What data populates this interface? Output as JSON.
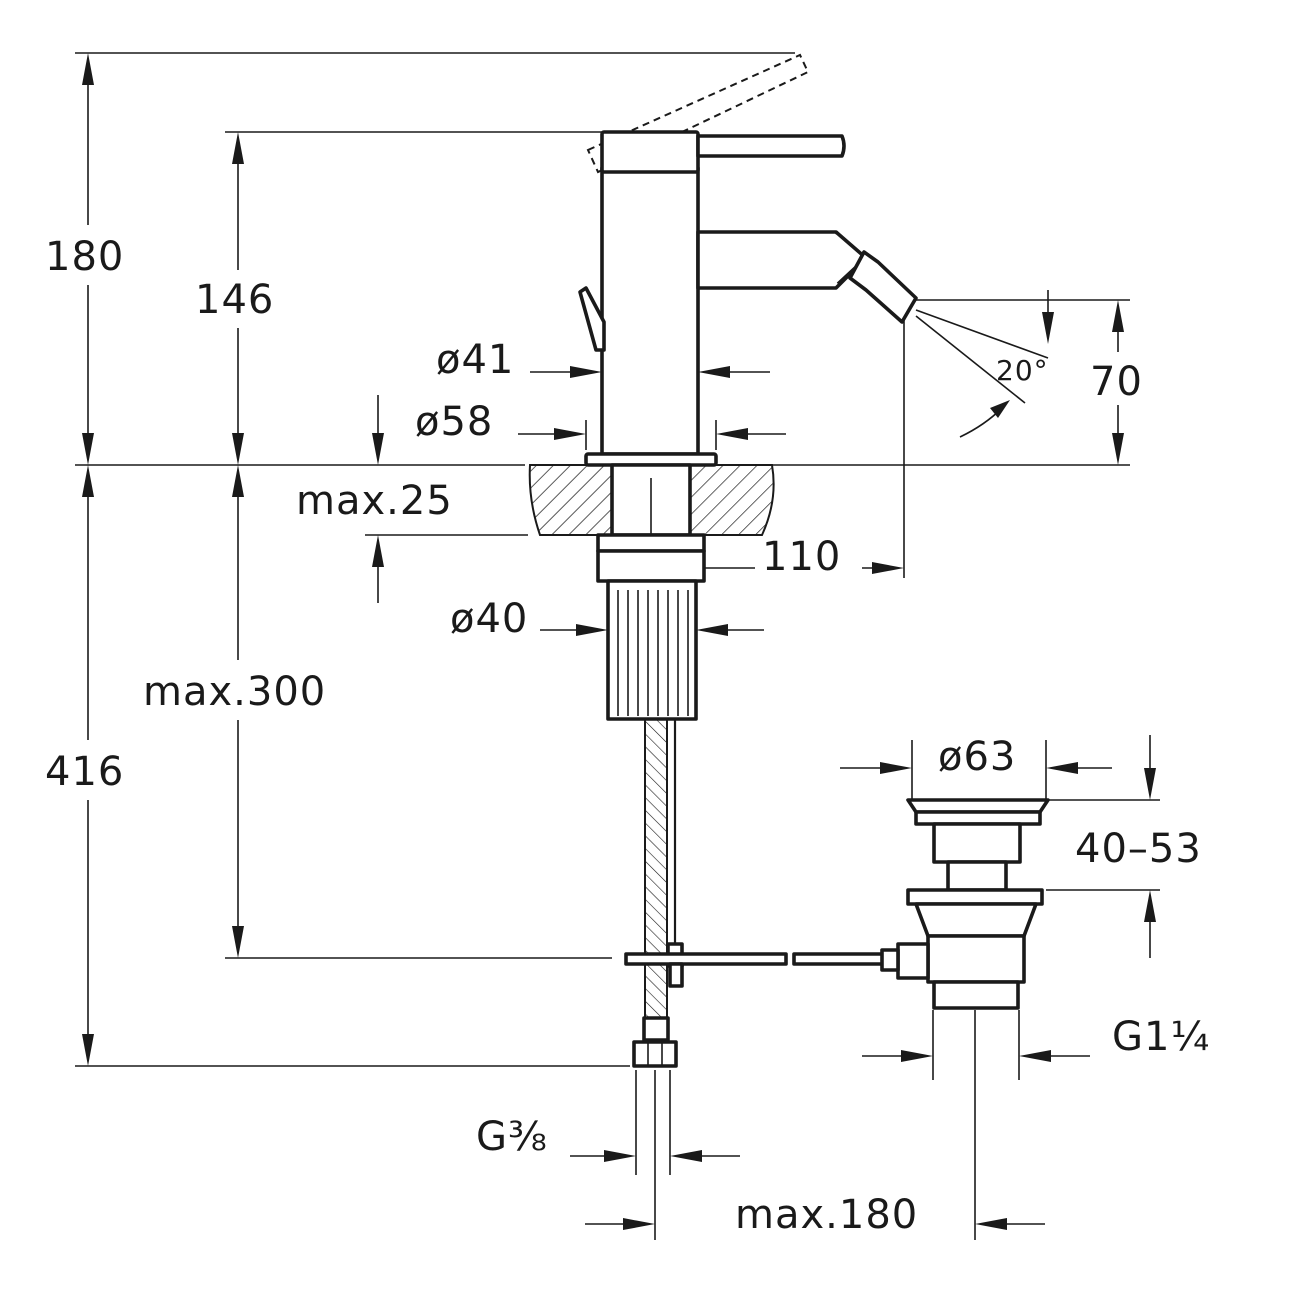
{
  "dimensions": {
    "total_height_above": "180",
    "height_above_deck": "146",
    "body_diameter": "ø41",
    "base_diameter": "ø58",
    "deck_thickness": "max.25",
    "spout_reach": "110",
    "spray_angle": "20°",
    "outlet_height": "70",
    "shank_diameter": "ø40",
    "pipe_length": "max.300",
    "total_height_below": "416",
    "waste_diameter": "ø63",
    "waste_range": "40–53",
    "waste_thread": "G1¼",
    "supply_thread": "G⅜",
    "popup_reach": "max.180"
  }
}
